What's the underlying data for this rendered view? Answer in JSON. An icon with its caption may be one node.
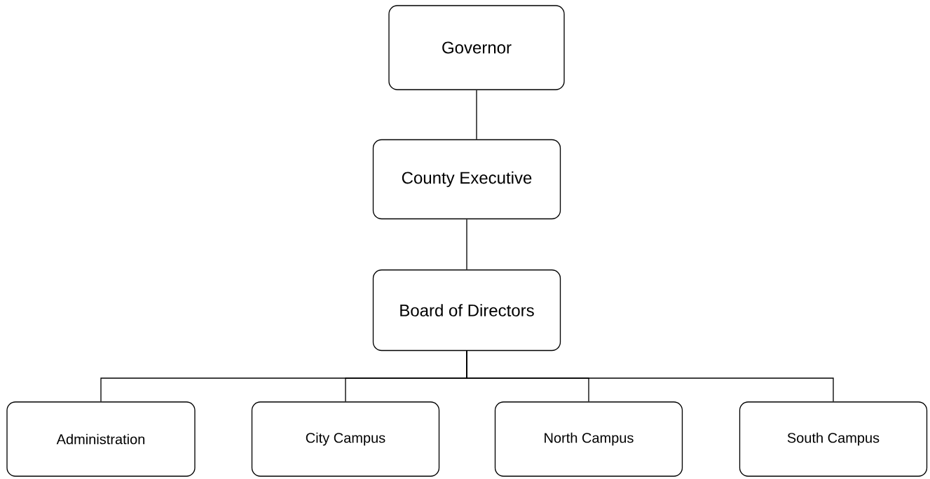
{
  "diagram": {
    "nodes": [
      {
        "text": [
          "Governor"
        ]
      },
      {
        "text": [
          "County Executive"
        ]
      },
      {
        "text": [
          "Board of Directors"
        ]
      },
      {
        "text": [
          "Administration"
        ]
      },
      {
        "text": [
          "City Campus"
        ]
      },
      {
        "text": [
          "North Campus"
        ]
      },
      {
        "text": [
          "South Campus"
        ]
      }
    ],
    "edges": [
      {
        "from": 0,
        "to": 1,
        "arrow": "none"
      },
      {
        "from": 1,
        "to": 2,
        "arrow": "none"
      },
      {
        "from": 2,
        "to": 3,
        "arrow": "none"
      },
      {
        "from": 2,
        "to": 4,
        "arrow": "none"
      },
      {
        "from": 2,
        "to": 5,
        "arrow": "none"
      },
      {
        "from": 2,
        "to": 6,
        "arrow": "none"
      }
    ]
  }
}
